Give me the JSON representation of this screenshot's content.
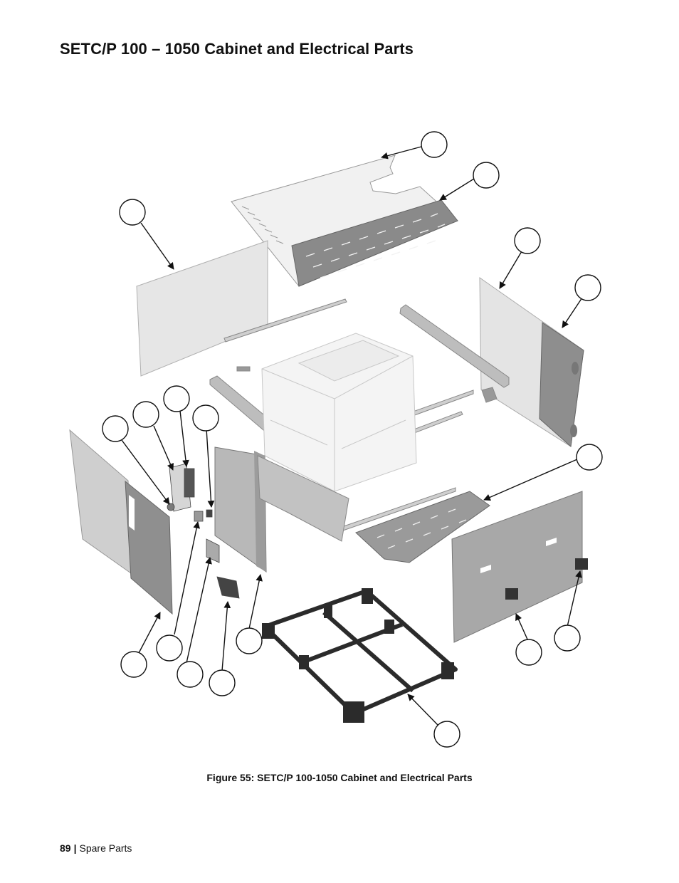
{
  "document": {
    "title": "SETC/P  100 – 1050 Cabinet and Electrical Parts",
    "caption": "Figure 55: SETC/P 100-1050 Cabinet and Electrical Parts"
  },
  "footer": {
    "page_number": "89",
    "separator": "|",
    "section": "Spare Parts"
  },
  "colors": {
    "panel_light": "#e8e8e8",
    "panel_dark": "#8f8f8f",
    "frame": "#2b2b2b",
    "leader": "#111111"
  }
}
